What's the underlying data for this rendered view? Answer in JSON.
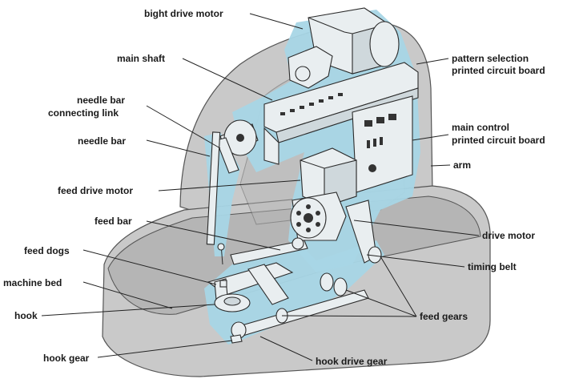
{
  "labels": {
    "bight_drive_motor": "bight drive motor",
    "main_shaft": "main shaft",
    "needle_bar_connecting_link_1": "needle bar",
    "needle_bar_connecting_link_2": "connecting link",
    "needle_bar": "needle bar",
    "feed_drive_motor": "feed drive motor",
    "feed_bar": "feed bar",
    "feed_dogs": "feed dogs",
    "machine_bed": "machine bed",
    "hook": "hook",
    "hook_gear": "hook gear",
    "pattern_selection_1": "pattern selection",
    "pattern_selection_2": "printed circuit board",
    "main_control_1": "main control",
    "main_control_2": "printed circuit board",
    "arm": "arm",
    "drive_motor": "drive motor",
    "timing_belt": "timing belt",
    "feed_gears": "feed gears",
    "hook_drive_gear": "hook drive gear"
  },
  "colors": {
    "highlight": "#a8d6e6",
    "body": "#c9c9c9"
  }
}
